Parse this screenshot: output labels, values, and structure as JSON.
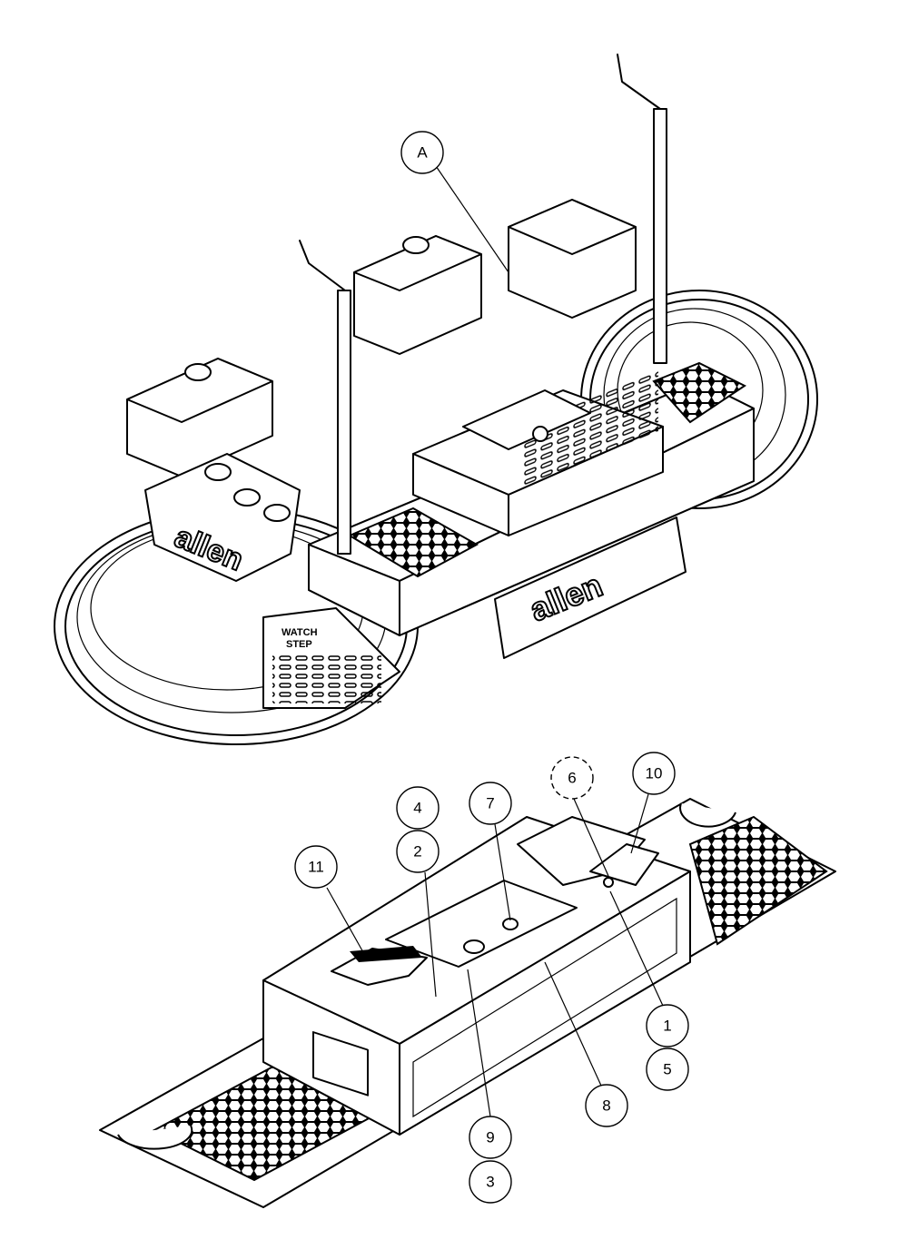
{
  "brand": {
    "logo_text": "allen",
    "decal_line1": "WATCH",
    "decal_line2": "STEP"
  },
  "callouts": {
    "detail_a": "A",
    "c1": "1",
    "c2": "2",
    "c3": "3",
    "c4": "4",
    "c5": "5",
    "c6": "6",
    "c7": "7",
    "c8": "8",
    "c9": "9",
    "c10": "10",
    "c11": "11"
  },
  "colors": {
    "line": "#000000",
    "background": "#ffffff"
  }
}
